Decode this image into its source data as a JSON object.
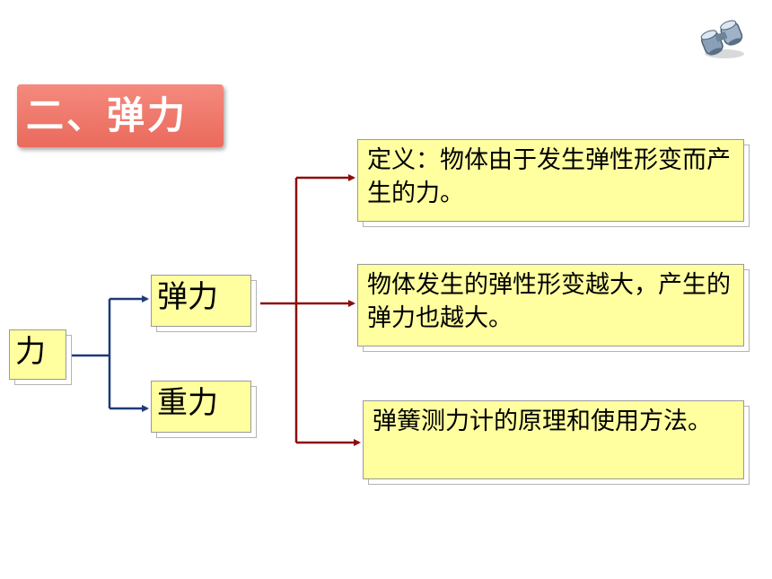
{
  "title": "二、弹力",
  "nodes": {
    "root": "力",
    "elastic": "弹力",
    "gravity": "重力",
    "definition": "定义：物体由于发生弹性形变而产生的力。",
    "relation": "物体发生的弹性形变越大，产生的弹力也越大。",
    "spring_scale": "弹簧测力计的原理和使用方法。"
  },
  "colors": {
    "title_bg": "#ee7565",
    "box_fill": "#ffffa0",
    "blue_arrow": "#1f3a7a",
    "red_arrow": "#8b0d0d"
  },
  "icons": [
    "binoculars-icon"
  ]
}
